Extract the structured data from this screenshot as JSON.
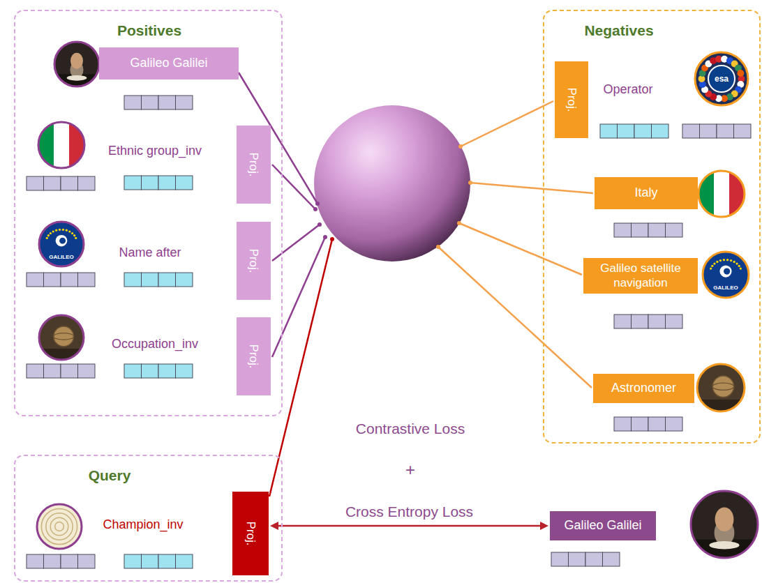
{
  "diagram": {
    "nodes": [
      {
        "text": [
          "Positives"
        ]
      },
      {
        "text": [
          "Galileo Galilei"
        ],
        "in": 0
      },
      {
        "text": [
          "Proj."
        ],
        "in": 0
      },
      {
        "text": [
          "Proj."
        ],
        "in": 0
      },
      {
        "text": [
          "Proj."
        ],
        "in": 0
      },
      {
        "text": [
          "Negatives"
        ]
      },
      {
        "text": [
          "Proj."
        ],
        "in": 5
      },
      {
        "text": [
          "Italy"
        ],
        "in": 5
      },
      {
        "text": [
          "Galileo satellite navigation"
        ],
        "in": 5
      },
      {
        "text": [
          "Astronomer"
        ],
        "in": 5
      },
      {
        "text": [
          "Query"
        ]
      },
      {
        "text": [
          "Proj."
        ],
        "in": 10
      },
      {
        "text": [
          "Galileo Galilei"
        ]
      }
    ],
    "edges": [
      {
        "from": 11,
        "to": 12,
        "arrow": "both",
        "label": "Cross Entropy Loss"
      }
    ],
    "labels": [
      "Ethnic group_inv",
      "Name after",
      "Occupation_inv",
      "Operator",
      "Champion_inv",
      "Contrastive Loss",
      "+",
      "esa",
      "GALILEO",
      "GALILEO"
    ]
  }
}
